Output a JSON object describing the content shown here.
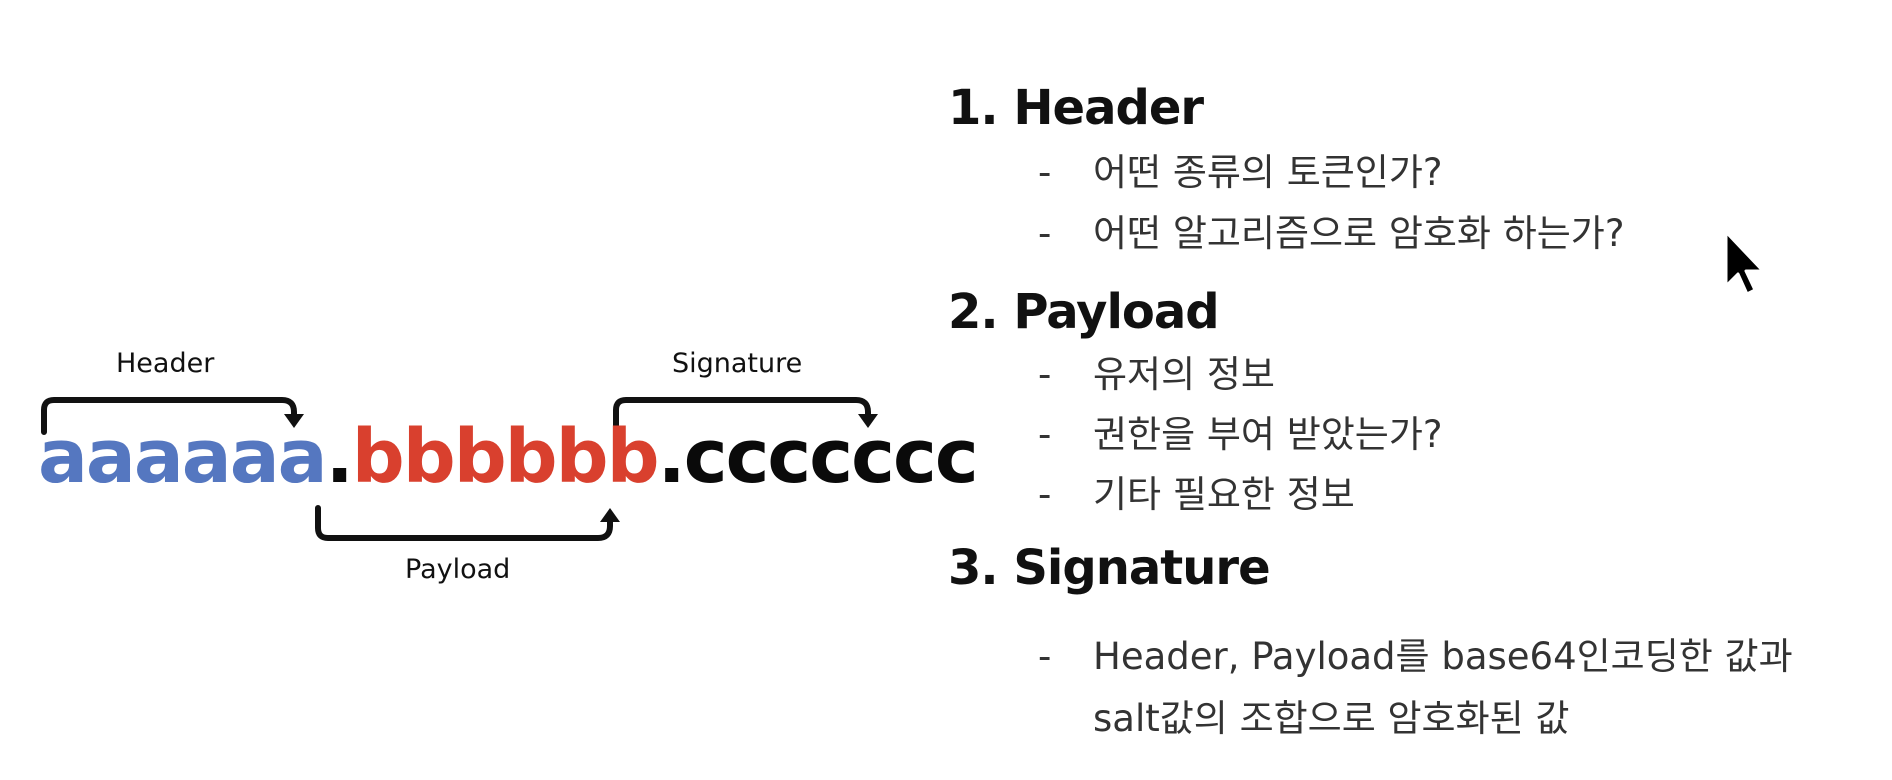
{
  "diagram": {
    "labels": {
      "header": "Header",
      "payload": "Payload",
      "signature": "Signature"
    },
    "token": {
      "header_part": "aaaaaa",
      "separator": ".",
      "payload_part": "bbbbbb",
      "signature_part": "ccccccc"
    },
    "colors": {
      "header": "#5577c0",
      "payload": "#d9402e",
      "signature": "#0a0a0a"
    }
  },
  "sections": [
    {
      "title": "1. Header",
      "bullets": [
        "어떤 종류의 토큰인가?",
        "어떤 알고리즘으로 암호화 하는가?"
      ]
    },
    {
      "title": "2. Payload",
      "bullets": [
        "유저의 정보",
        "권한을 부여 받았는가?",
        "기타 필요한 정보"
      ]
    },
    {
      "title": "3. Signature",
      "bullets": [
        "Header, Payload를 base64인코딩한 값과",
        "salt값의 조합으로 암호화된 값"
      ]
    }
  ],
  "bullet_marker": "-",
  "cursor_icon": "mouse-pointer-icon"
}
